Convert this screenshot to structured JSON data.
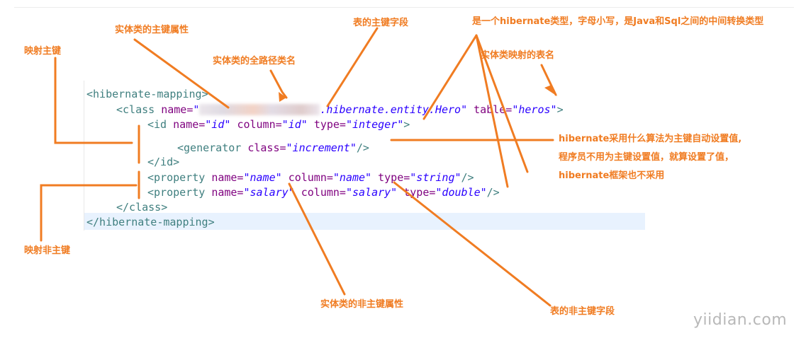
{
  "code": {
    "line1": {
      "open": "<hibernate-mapping>"
    },
    "line2": {
      "open": "<class",
      "attr_name": "name=",
      "val_name_suffix": ".hibernate.entity.Hero\"",
      "attr_table": "table=",
      "val_table": "\"heros\"",
      "close": ">"
    },
    "line3": {
      "open": "<id",
      "attr_name": "name=",
      "val_name": "\"id\"",
      "attr_column": "column=",
      "val_column": "\"id\"",
      "attr_type": "type=",
      "val_type": "\"integer\"",
      "close": ">"
    },
    "line4": {
      "open": "<generator",
      "attr_class": "class=",
      "val_class": "\"increment\"",
      "close": "/>"
    },
    "line5": {
      "close": "</id>"
    },
    "line6": {
      "open": "<property",
      "attr_name": "name=",
      "val_name": "\"name\"",
      "attr_column": "column=",
      "val_column": "\"name\"",
      "attr_type": "type=",
      "val_type": "\"string\"",
      "close": "/>"
    },
    "line7": {
      "open": "<property",
      "attr_name": "name=",
      "val_name": "\"salary\"",
      "attr_column": "column=",
      "val_column": "\"salary\"",
      "attr_type": "type=",
      "val_type": "\"double\"",
      "close": "/>"
    },
    "line8": {
      "close": "</class>"
    },
    "line9": {
      "close": "</hibernate-mapping>"
    }
  },
  "annotations": {
    "entity_pk_property": "实体类的主键属性",
    "table_pk_field": "表的主键字段",
    "hibernate_type": "是一个hibernate类型，字母小写，是Java和Sql之间的中间转换类型",
    "map_pk": "映射主键",
    "entity_full_class": "实体类的全路径类名",
    "entity_table_name": "实体类映射的表名",
    "generator_note_1": "hibernate采用什么算法为主键自动设置值,",
    "generator_note_2": "程序员不用为主键设置值，就算设置了值，",
    "generator_note_3": "hibernate框架也不采用",
    "map_non_pk": "映射非主键",
    "entity_non_pk_property": "实体类的非主键属性",
    "table_non_pk_field": "表的非主键字段"
  },
  "colors": {
    "annotation": "#f07c22",
    "tag": "#3f7f7f",
    "attr": "#7f007f",
    "value": "#2a00ff"
  },
  "watermark": "yiidian.com"
}
